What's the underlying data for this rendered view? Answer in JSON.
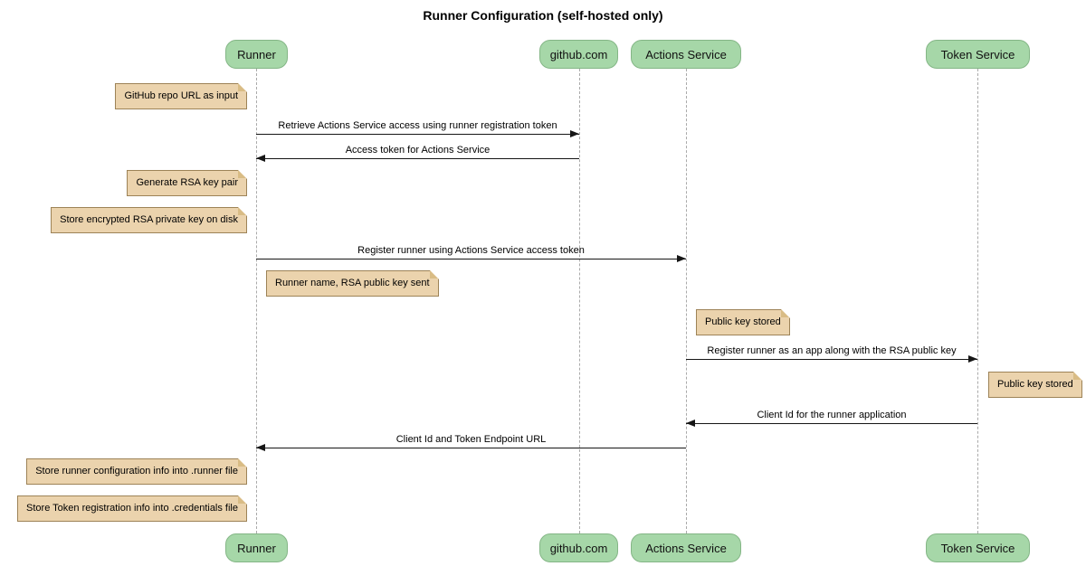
{
  "title": "Runner Configuration (self-hosted only)",
  "colors": {
    "participant_fill": "#a6d7a8",
    "participant_border": "#84b686",
    "note_fill": "#ebd3ad",
    "note_border": "#9d8357",
    "lifeline": "#aaaaaa",
    "arrow": "#161616",
    "background": "#ffffff",
    "text": "#000000"
  },
  "participants": [
    {
      "label": "Runner"
    },
    {
      "label": "github.com"
    },
    {
      "label": "Actions Service"
    },
    {
      "label": "Token Service"
    }
  ],
  "messages": [
    {
      "from": "Runner",
      "to": "github.com",
      "direction": "right",
      "text": "Retrieve Actions Service access using runner registration token"
    },
    {
      "from": "github.com",
      "to": "Runner",
      "direction": "left",
      "text": "Access token for Actions Service"
    },
    {
      "from": "Runner",
      "to": "Actions Service",
      "direction": "right",
      "text": "Register runner using Actions Service access token"
    },
    {
      "from": "Actions Service",
      "to": "Token Service",
      "direction": "right",
      "text": "Register runner as an app along with the RSA public key"
    },
    {
      "from": "Token Service",
      "to": "Actions Service",
      "direction": "left",
      "text": "Client Id for the runner application"
    },
    {
      "from": "Actions Service",
      "to": "Runner",
      "direction": "left",
      "text": "Client Id and Token Endpoint URL"
    }
  ],
  "notes": [
    {
      "anchor": "left of Runner",
      "text": "GitHub repo URL as input"
    },
    {
      "anchor": "left of Runner",
      "text": "Generate RSA key pair"
    },
    {
      "anchor": "left of Runner",
      "text": "Store encrypted RSA private key on disk"
    },
    {
      "anchor": "right of Runner",
      "text": "Runner name, RSA public key sent"
    },
    {
      "anchor": "right of Actions Service",
      "text": "Public key stored"
    },
    {
      "anchor": "right of Token Service",
      "text": "Public key stored"
    },
    {
      "anchor": "left of Runner",
      "text": "Store runner configuration info into .runner file"
    },
    {
      "anchor": "left of Runner",
      "text": "Store Token registration info into .credentials file"
    }
  ]
}
